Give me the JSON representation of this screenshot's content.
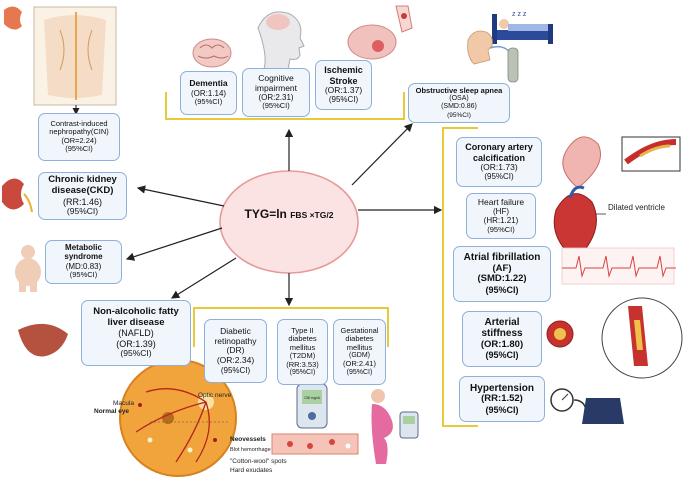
{
  "center": {
    "label": "TYG=ln",
    "formula": "FBS ×TG/2"
  },
  "outcomes": {
    "cin": {
      "title": "Contrast-induced nephropathy(CIN)",
      "value": "(OR=2.24)",
      "ci": "(95%CI)"
    },
    "ckd": {
      "title": "Chronic kidney disease(CKD)",
      "value": "(RR:1.46)",
      "ci": "(95%CI)"
    },
    "mets": {
      "title": "Metabolic syndrome",
      "value": "(MD:0.83)",
      "ci": "(95%CI)"
    },
    "nafld": {
      "title": "Non-alcoholic fatty liver disease",
      "abbr": "(NAFLD)",
      "value": "(OR:1.39)",
      "ci": "(95%CI)"
    },
    "dementia": {
      "title": "Dementia",
      "value": "(OR:1.14)",
      "ci": "(95%CI)"
    },
    "cog": {
      "title": "Cognitive impairment",
      "value": "(OR:2.31)",
      "ci": "(95%CI)"
    },
    "stroke": {
      "title": "Ischemic Stroke",
      "value": "(OR:1.37)",
      "ci": "(95%CI)"
    },
    "osa": {
      "title": "Obstructive sleep apnea",
      "abbr": "(OSA)",
      "value": "(SMD:0.86)",
      "ci": "(95%CI)"
    },
    "cac": {
      "title": "Coronary artery calcification",
      "value": "(OR:1.73)",
      "ci": "(95%CI)"
    },
    "hf": {
      "title": "Heart failure",
      "abbr": "(HF)",
      "value": "(HR:1.21)",
      "ci": "(95%CI)"
    },
    "af": {
      "title": "Atrial fibrillation",
      "abbr": "(AF)",
      "value": "(SMD:1.22)",
      "ci": "(95%CI)"
    },
    "as": {
      "title": "Arterial stiffness",
      "value": "(OR:1.80)",
      "ci": "(95%CI)"
    },
    "htn": {
      "title": "Hypertension",
      "value": "(RR:1.52)",
      "ci": "(95%CI)"
    },
    "dr": {
      "title": "Diabetic retinopathy",
      "abbr": "(DR)",
      "value": "(OR:2.34)",
      "ci": "(95%CI)"
    },
    "t2dm": {
      "title": "Type II diabetes mellitus",
      "abbr": "(T2DM)",
      "value": "(RR:3.53)",
      "ci": "(95%CI)"
    },
    "gdm": {
      "title": "Gestational diabetes mellitus",
      "abbr": "(GDM)",
      "value": "(OR:2.41)",
      "ci": "(95%CI)"
    }
  },
  "labels": {
    "dilated": "Dilated ventricle",
    "macula": "Macula",
    "normal_eye": "Normal eye",
    "optic": "Optic nerve",
    "neovessels": "Neovessels",
    "blot": "Blot hemorrhage",
    "cotton": "\"Cotton-wool\" spots",
    "hard": "Hard exudates",
    "sleep_z": "z z z",
    "meter": "138 mg/dL"
  },
  "colors": {
    "box_fill": "#f1f6fc",
    "box_border": "#8fb0d8",
    "bracket": "#e8c93a",
    "center_fill": "#fbe3e3",
    "center_border": "#e89a9a"
  }
}
